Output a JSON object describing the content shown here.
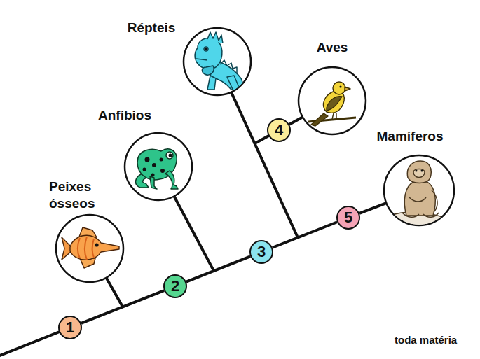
{
  "diagram": {
    "nodes": [
      {
        "text": [
          "1"
        ]
      },
      {
        "text": [
          "Peixes ósseos"
        ]
      },
      {
        "text": [
          "2"
        ]
      },
      {
        "text": [
          "Anfíbios"
        ]
      },
      {
        "text": [
          "3"
        ]
      },
      {
        "text": [
          "Répteis"
        ]
      },
      {
        "text": [
          "4"
        ]
      },
      {
        "text": [
          "Aves"
        ]
      },
      {
        "text": [
          "5"
        ]
      },
      {
        "text": [
          "Mamíferos"
        ]
      }
    ],
    "edges": [
      {
        "from": 0,
        "to": 2,
        "arrow": "none"
      },
      {
        "from": 2,
        "to": 4,
        "arrow": "none"
      },
      {
        "from": 4,
        "to": 8,
        "arrow": "none"
      },
      {
        "from": 8,
        "to": 9,
        "arrow": "none"
      },
      {
        "from": 6,
        "to": 7,
        "arrow": "none"
      }
    ],
    "labels": [
      "toda matéria"
    ]
  }
}
